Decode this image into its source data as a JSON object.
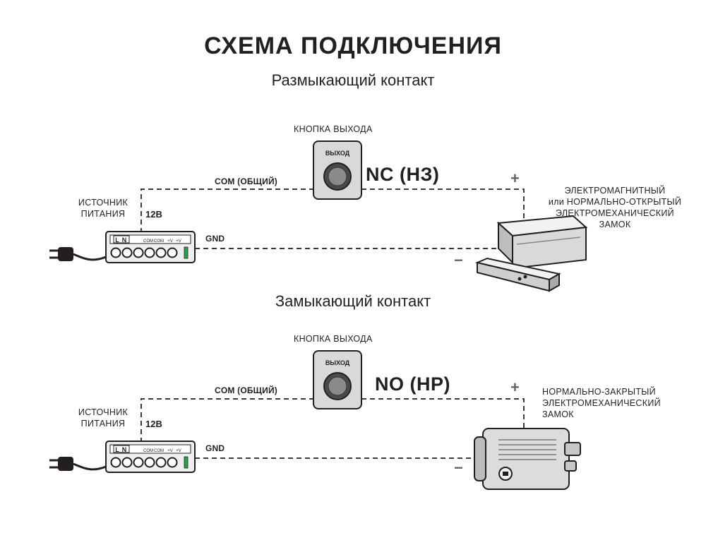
{
  "title": "СХЕМА ПОДКЛЮЧЕНИЯ",
  "sections": [
    {
      "subtitle": "Размыкающий контакт",
      "button_caption": "КНОПКА ВЫХОДА",
      "button_label": "ВЫХОД",
      "contact_type": "NC (НЗ)",
      "com_label": "COM (ОБЩИЙ)",
      "gnd_label": "GND",
      "voltage_label": "12В",
      "psu_label": "ИСТОЧНИК ПИТАНИЯ",
      "plus": "+",
      "minus": "−",
      "lock_lines": [
        "ЭЛЕКТРОМАГНИТНЫЙ",
        "или НОРМАЛЬНО-ОТКРЫТЫЙ",
        "ЭЛЕКТРОМЕХАНИЧЕСКИЙ",
        "ЗАМОК"
      ],
      "lock_type": "magnetic"
    },
    {
      "subtitle": "Замыкающий контакт",
      "button_caption": "КНОПКА ВЫХОДА",
      "button_label": "ВЫХОД",
      "contact_type": "NO (НР)",
      "com_label": "COM (ОБЩИЙ)",
      "gnd_label": "GND",
      "voltage_label": "12В",
      "psu_label": "ИСТОЧНИК ПИТАНИЯ",
      "plus": "+",
      "minus": "−",
      "lock_lines": [
        "НОРМАЛЬНО-ЗАКРЫТЫЙ",
        "ЭЛЕКТРОМЕХАНИЧЕСКИЙ",
        "ЗАМОК"
      ],
      "lock_type": "mechanical"
    }
  ],
  "psu_terminal_labels": [
    "L",
    "N",
    "COM",
    "COM",
    "+V",
    "+V"
  ],
  "colors": {
    "ink": "#231f20",
    "wire": "#3a3a3a",
    "indicator": "#2e9e4f",
    "device_fill": "#d9d9d9"
  }
}
